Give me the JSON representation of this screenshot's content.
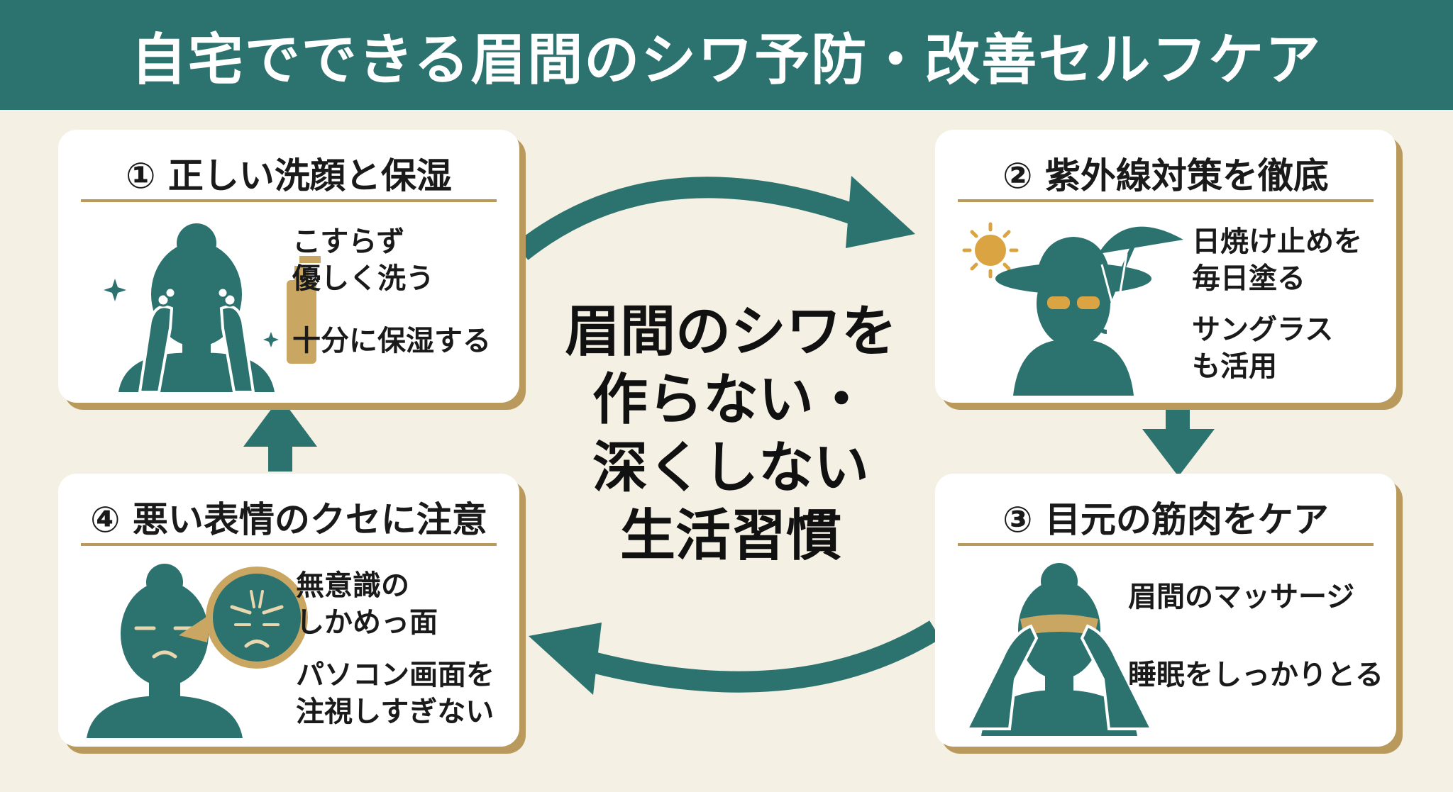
{
  "header": {
    "title": "自宅でできる眉間のシワ予防・改善セルフケア"
  },
  "center": {
    "lines": [
      "眉間のシワを",
      "作らない・",
      "深くしない",
      "生活習慣"
    ]
  },
  "cards": [
    {
      "title": "① 正しい洗顔と保湿",
      "text1": "こすらず\n優しく洗う",
      "text2": "十分に保湿する"
    },
    {
      "title": "② 紫外線対策を徹底",
      "text1": "日焼け止めを\n毎日塗る",
      "text2": "サングラス\nも活用"
    },
    {
      "title": "③ 目元の筋肉をケア",
      "text1": "眉間のマッサージ",
      "text2": "睡眠をしっかりとる"
    },
    {
      "title": "④ 悪い表情のクセに注意",
      "text1": "無意識の\nしかめっ面",
      "text2": "パソコン画面を\n注視しすぎない"
    }
  ],
  "colors": {
    "teal": "#2c7370",
    "gold": "#b99a5c",
    "background": "#f4f0e4",
    "sun": "#d9a441"
  },
  "icons": [
    "face-washing-icon",
    "lotion-bottle-icon",
    "sparkle-icon",
    "sun-icon",
    "umbrella-icon",
    "sun-hat-person-icon",
    "eye-massage-icon",
    "frowning-face-icon",
    "cycle-arrow-icon"
  ]
}
